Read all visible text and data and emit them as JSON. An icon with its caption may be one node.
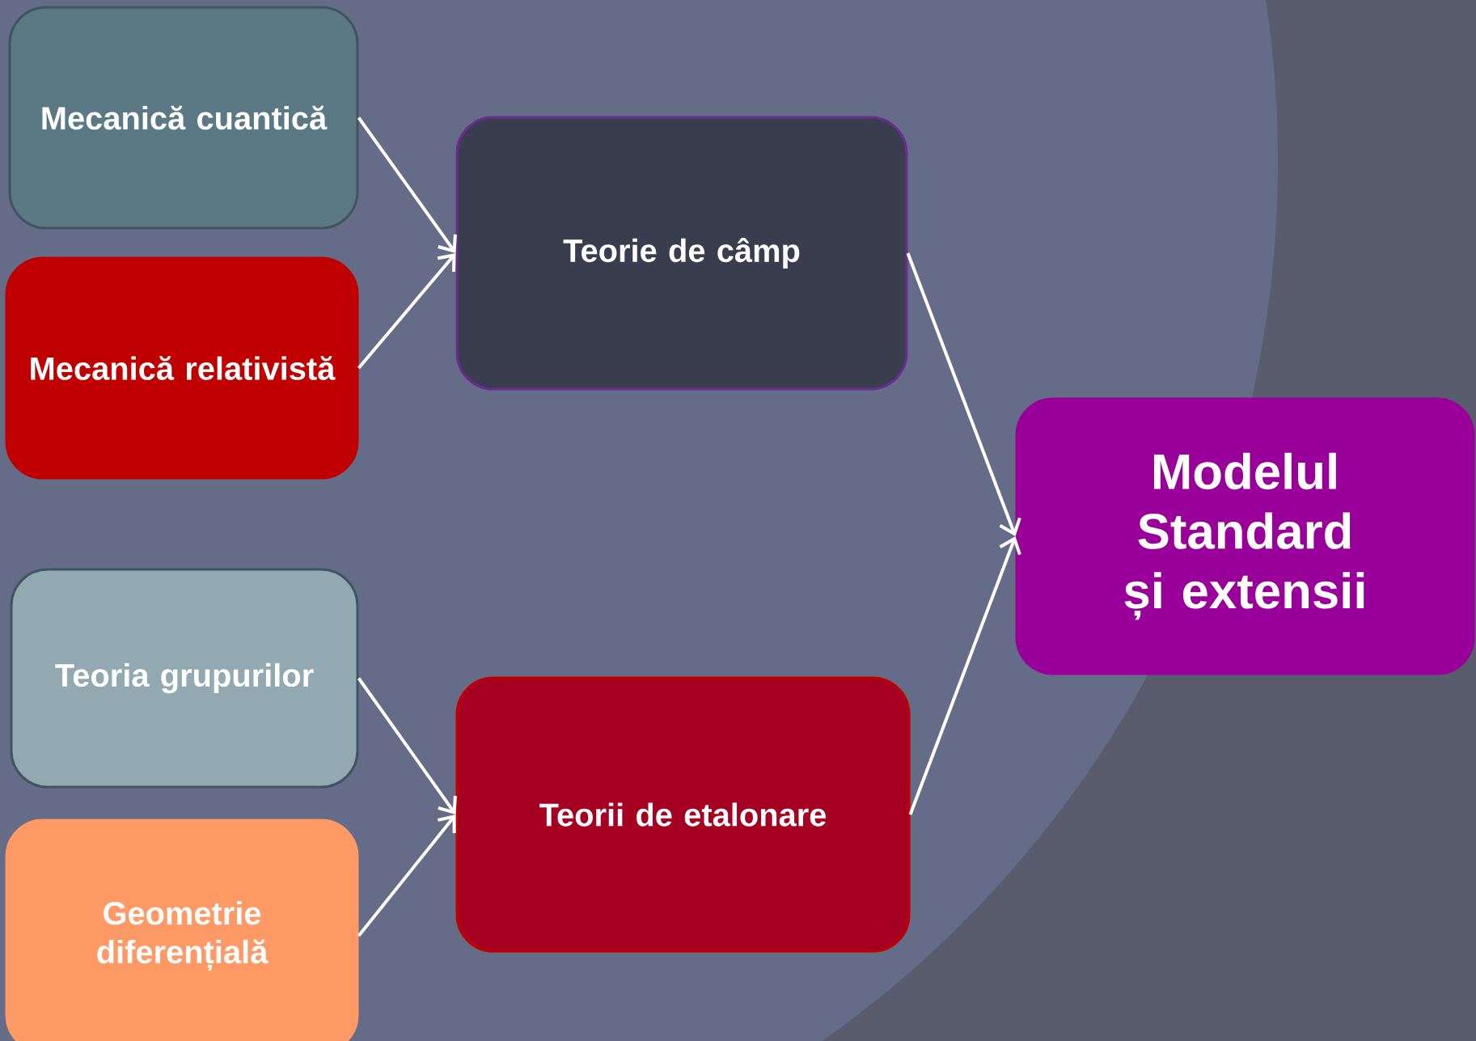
{
  "diagram": {
    "nodes": [
      {
        "text": [
          "Mecanică cuantică"
        ]
      },
      {
        "text": [
          "Mecanică relativistă"
        ]
      },
      {
        "text": [
          "Teoria grupurilor"
        ]
      },
      {
        "text": [
          "Geometrie diferențială"
        ]
      },
      {
        "text": [
          "Teorie de câmp"
        ]
      },
      {
        "text": [
          "Teorii de etalonare"
        ]
      },
      {
        "text": [
          "Modelul Standard și extensii"
        ]
      }
    ],
    "edges": [
      {
        "from": 0,
        "to": 4,
        "arrow": "to"
      },
      {
        "from": 1,
        "to": 4,
        "arrow": "to"
      },
      {
        "from": 2,
        "to": 5,
        "arrow": "to"
      },
      {
        "from": 3,
        "to": 5,
        "arrow": "to"
      },
      {
        "from": 4,
        "to": 6,
        "arrow": "to"
      },
      {
        "from": 5,
        "to": 6,
        "arrow": "to"
      }
    ]
  }
}
